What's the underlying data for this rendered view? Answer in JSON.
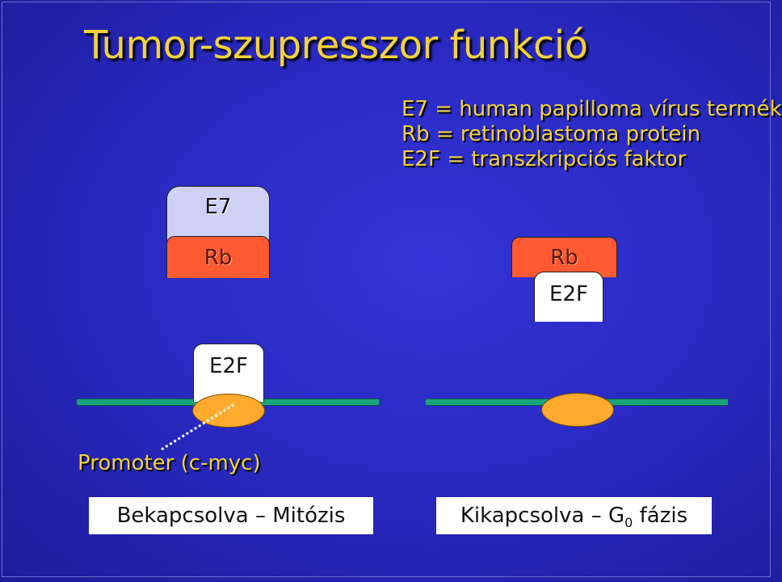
{
  "title": "Tumor-szupresszor funkció",
  "legend": {
    "line1": "E7 = human papilloma vírus termék",
    "line2": "Rb = retinoblastoma protein",
    "line3": "E2F = transzkripciós faktor"
  },
  "left_complex": {
    "e7_label": "E7",
    "rb_label": "Rb",
    "e2f_label": "E2F"
  },
  "right_complex": {
    "rb_label": "Rb",
    "e2f_label": "E2F"
  },
  "promoter_label": "Promoter (c-myc)",
  "status_left": "Bekapcsolva – Mitózis",
  "status_right": {
    "prefix": "Kikapcsolva – G",
    "subscript": "0",
    "suffix": " fázis"
  },
  "colors": {
    "background": "#2a2ac4",
    "title_text": "#f3d23a",
    "e7": "#cfd0f6",
    "rb": "#ff5a32",
    "e2f": "#ffffff",
    "dna": "#1aa47a",
    "promoter_site": "#ffaa2e"
  }
}
